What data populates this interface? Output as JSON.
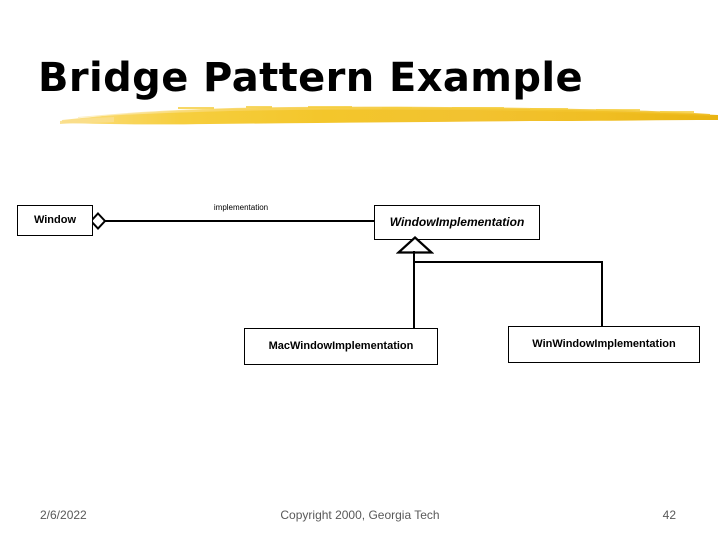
{
  "slide": {
    "title": "Bridge Pattern Example",
    "accent_color": "#F2C230",
    "background_color": "#FFFFFF",
    "line_color": "#000000"
  },
  "diagram": {
    "type": "uml-class-diagram",
    "classes": [
      {
        "id": "window",
        "name": "Window",
        "abstract": false
      },
      {
        "id": "windowimpl",
        "name": "WindowImplementation",
        "abstract": true
      },
      {
        "id": "macimpl",
        "name": "MacWindowImplementation",
        "abstract": false
      },
      {
        "id": "winimpl",
        "name": "WinWindowImplementation",
        "abstract": false
      }
    ],
    "relations": [
      {
        "kind": "aggregation",
        "from": "window",
        "to": "windowimpl",
        "label": "implementation"
      },
      {
        "kind": "generalization",
        "from": "macimpl",
        "to": "windowimpl",
        "label": ""
      },
      {
        "kind": "generalization",
        "from": "winimpl",
        "to": "windowimpl",
        "label": ""
      }
    ],
    "association_label": "implementation"
  },
  "footer": {
    "date": "2/6/2022",
    "copyright": "Copyright 2000, Georgia Tech",
    "page_number": "42"
  }
}
